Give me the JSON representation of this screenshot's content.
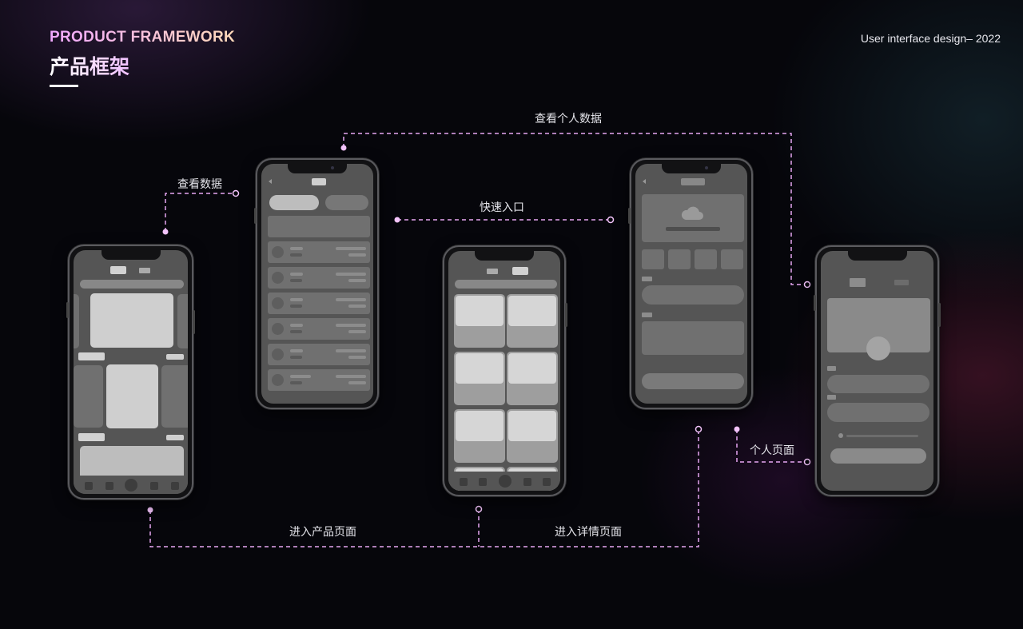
{
  "header": {
    "title_en": "PRODUCT FRAMEWORK",
    "title_zh": "产品框架",
    "right_text": "User interface design– 2022"
  },
  "flows": {
    "view_data": "查看数据",
    "view_personal_data": "查看个人数据",
    "quick_entry": "快速入口",
    "personal_page": "个人页面",
    "enter_product_page": "进入产品页面",
    "enter_detail_page": "进入详情页面"
  },
  "colors": {
    "background": "#06060b",
    "connector": "#e6a6f2",
    "phone_screen": "#555555",
    "wire_light": "#d2d2d2",
    "wire_mid": "#707070"
  },
  "icons": [
    "back-arrow-icon",
    "cloud-icon",
    "camera-icon"
  ]
}
